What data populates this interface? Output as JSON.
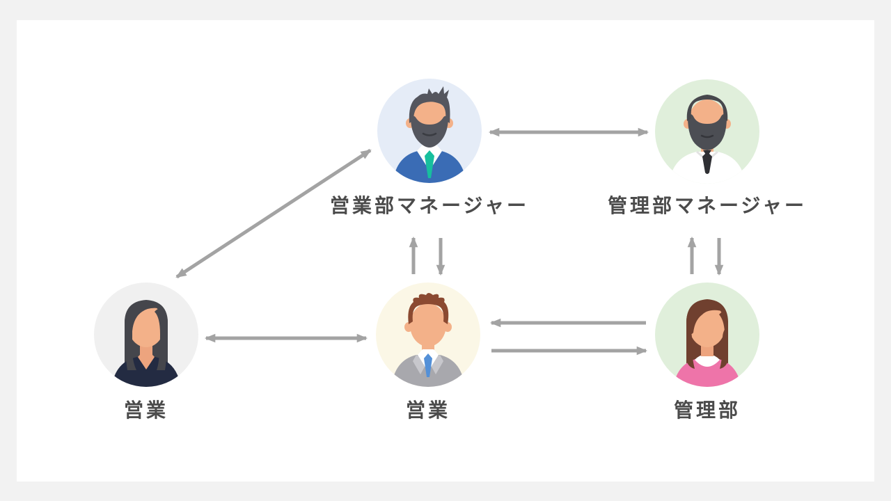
{
  "canvas": {
    "background_color": "#f2f2f2",
    "surface_color": "#ffffff",
    "label_color": "#4b4b4b",
    "arrow_color": "#a3a3a3"
  },
  "diagram": {
    "nodes": [
      {
        "id": "sales-manager",
        "label": "営業部マネージャー",
        "circle_color": "#e5ecf7",
        "avatar": "man-dark-spiky-hair-beard-blue-jacket-teal-tie"
      },
      {
        "id": "admin-manager",
        "label": "管理部マネージャー",
        "circle_color": "#e0efdb",
        "avatar": "man-full-beard-white-shirt-black-tie"
      },
      {
        "id": "sales-member",
        "label": "営業",
        "circle_color": "#f0f0f0",
        "avatar": "woman-long-dark-hair-navy-top"
      },
      {
        "id": "sales-member-2",
        "label": "営業",
        "circle_color": "#fbf7e6",
        "avatar": "man-curly-brown-hair-gray-suit-blue-tie"
      },
      {
        "id": "admin-member",
        "label": "管理部",
        "circle_color": "#e0efdb",
        "avatar": "woman-long-brown-hair-pink-top-white-collar"
      }
    ],
    "edges": [
      {
        "from": "sales-manager",
        "to": "admin-manager",
        "type": "bidirectional-horizontal"
      },
      {
        "from": "sales-member",
        "to": "sales-manager",
        "type": "bidirectional-diagonal"
      },
      {
        "from": "sales-member-2",
        "to": "sales-manager",
        "type": "one-way-up"
      },
      {
        "from": "sales-manager",
        "to": "sales-member-2",
        "type": "one-way-down"
      },
      {
        "from": "admin-member",
        "to": "admin-manager",
        "type": "one-way-up"
      },
      {
        "from": "admin-manager",
        "to": "admin-member",
        "type": "one-way-down"
      },
      {
        "from": "sales-member",
        "to": "sales-member-2",
        "type": "bidirectional-horizontal"
      },
      {
        "from": "admin-member",
        "to": "sales-member-2",
        "type": "one-way-left"
      },
      {
        "from": "sales-member-2",
        "to": "admin-member",
        "type": "one-way-right"
      }
    ]
  }
}
